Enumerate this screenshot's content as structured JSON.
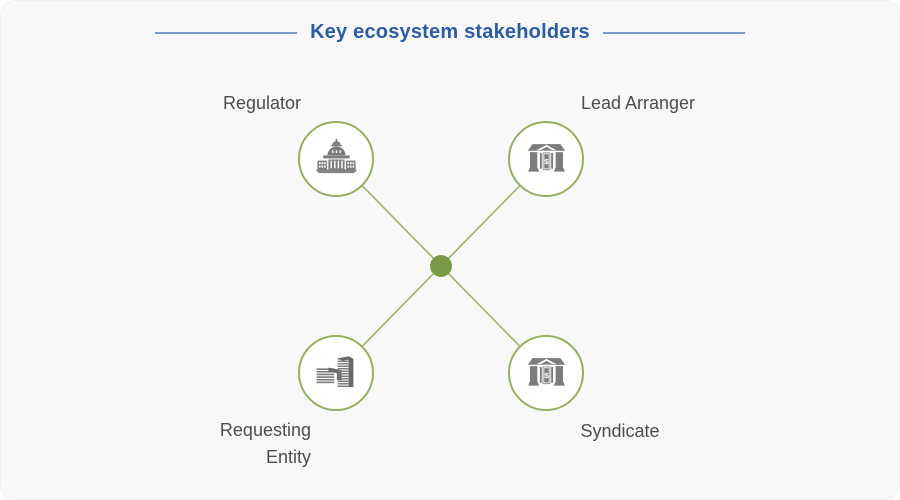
{
  "colors": {
    "card_bg": "#f8f8f8",
    "title_blue": "#2a5caa",
    "rule_blue": "#7f9cc4",
    "label_gray": "#4d4d4d",
    "node_border_green": "#94b060",
    "wire_green": "#9ab269",
    "hub_green": "#7a9b45",
    "icon_gray": "#7c7c7c",
    "icon_gray_dark": "#696969"
  },
  "header": {
    "title": "Key ecosystem stakeholders"
  },
  "diagram": {
    "bank_symbol": "$",
    "hub_icon": "hub-dot",
    "nodes": [
      {
        "id": "regulator",
        "label": "Regulator",
        "icon": "capitol-building-icon"
      },
      {
        "id": "lead-arranger",
        "label": "Lead Arranger",
        "icon": "bank-dollar-icon"
      },
      {
        "id": "requesting-entity",
        "label": "Requesting Entity",
        "label_line1": "Requesting",
        "label_line2": "Entity",
        "icon": "office-buildings-icon"
      },
      {
        "id": "syndicate",
        "label": "Syndicate",
        "icon": "bank-dollar-icon"
      }
    ]
  }
}
